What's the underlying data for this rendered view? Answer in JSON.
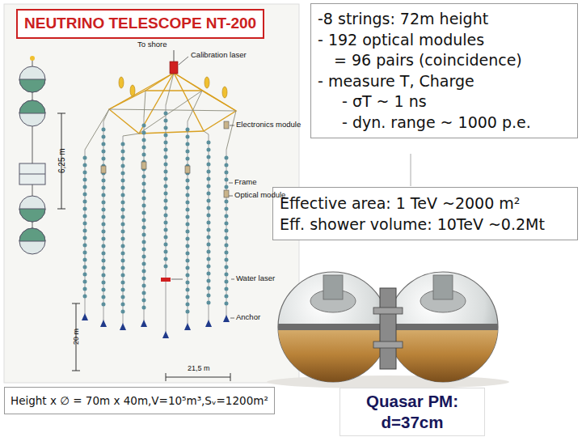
{
  "diagram": {
    "title": "NEUTRINO TELESCOPE NT-200",
    "nodes": [
      {
        "text": [
          "-8 strings: 72m height",
          "- 192 optical modules",
          "= 96 pairs (coincidence)",
          "- measure T, Charge",
          "- σT ~ 1 ns",
          "- dyn. range ~ 1000 p.e."
        ]
      },
      {
        "text": [
          "Effective area: 1 TeV ~2000 m²",
          "Eff. shower volume: 10TeV ~0.2Mt"
        ]
      },
      {
        "text": [
          "Height x ∅ = 70m x 40m,V=10⁵m³,Sᵥ=1200m²"
        ]
      },
      {
        "text": [
          "Quasar PM: d=37cm"
        ]
      }
    ],
    "labels": [
      "To shore",
      "Calibration laser",
      "Electronics module",
      "Frame",
      "Optical module",
      "Water laser",
      "Anchor",
      "6,25 m",
      "20 m",
      "21,5 m"
    ]
  }
}
